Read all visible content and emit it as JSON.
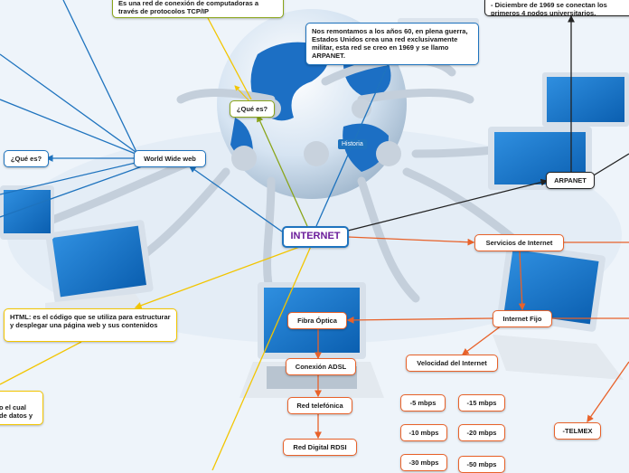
{
  "central": {
    "label": "INTERNET"
  },
  "definition": {
    "text": "Es una red de conexión de computadoras a través  de protocolos TCP/IP"
  },
  "what_is_top": {
    "label": "¿Qué es?"
  },
  "history_text": {
    "text": "Nos remontamos a los años 60, en plena guerra, Estados Unidos crea una red exclusivamente militar, esta red se creo en 1969 y se llamo ARPANET."
  },
  "history_tag": {
    "label": "Historia"
  },
  "arpanet_note": {
    "text": "-  Diciembre de 1969 se conectan los primeros 4 nodos universitarios."
  },
  "arpanet": {
    "label": "ARPANET"
  },
  "www": {
    "label": "World Wide web"
  },
  "what_is_left": {
    "label": "¿Qué es?"
  },
  "html_def": {
    "text": "HTML:  es el código que se utiliza para estructurar y desplegar una página web y sus contenidos"
  },
  "partial_left": {
    "text": "o el cual\nde datos y"
  },
  "services": {
    "label": "Servicios de Internet"
  },
  "fixed_internet": {
    "label": "Internet Fijo"
  },
  "speed": {
    "label": "Velocidad del Internet"
  },
  "telmex": {
    "label": "-TELMEX"
  },
  "fiber": {
    "label": "Fibra Óptica"
  },
  "adsl": {
    "label": "Conexión ADSL"
  },
  "phone": {
    "label": "Red telefónica"
  },
  "rdsi": {
    "label": "Red Digital RDSI"
  },
  "speeds": [
    "-5 mbps",
    "-15 mbps",
    "-10 mbps",
    "-20 mbps",
    "-30 mbps",
    "-50 mbps"
  ],
  "colors": {
    "blue": "#1e73be",
    "olive": "#8aa51a",
    "orange": "#e8622a",
    "yellow": "#f2c500",
    "center_text": "#6a1b9a"
  }
}
